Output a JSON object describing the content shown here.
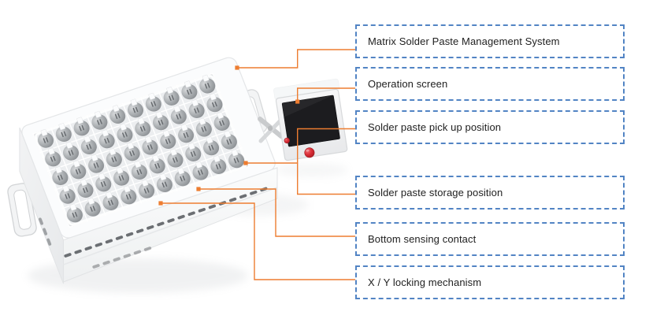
{
  "figure": {
    "type": "product-callout-diagram",
    "background": "#ffffff"
  },
  "callouts": {
    "items": [
      "Matrix Solder Paste Management System",
      "Operation screen",
      "Solder paste pick up position",
      "Solder paste storage position",
      "Bottom sensing contact",
      "X / Y locking mechanism"
    ],
    "border_color": "#5284c4",
    "text_color": "#212121"
  },
  "leaders": {
    "color": "#ED7D31"
  },
  "machine": {
    "body_color": "#f7f8f9",
    "tray": {
      "rows": 5,
      "columns": 10,
      "slot_color": "#a8acb0"
    },
    "screen": {
      "display_color": "#1c1c1f",
      "button_color": "#c8232c"
    }
  }
}
